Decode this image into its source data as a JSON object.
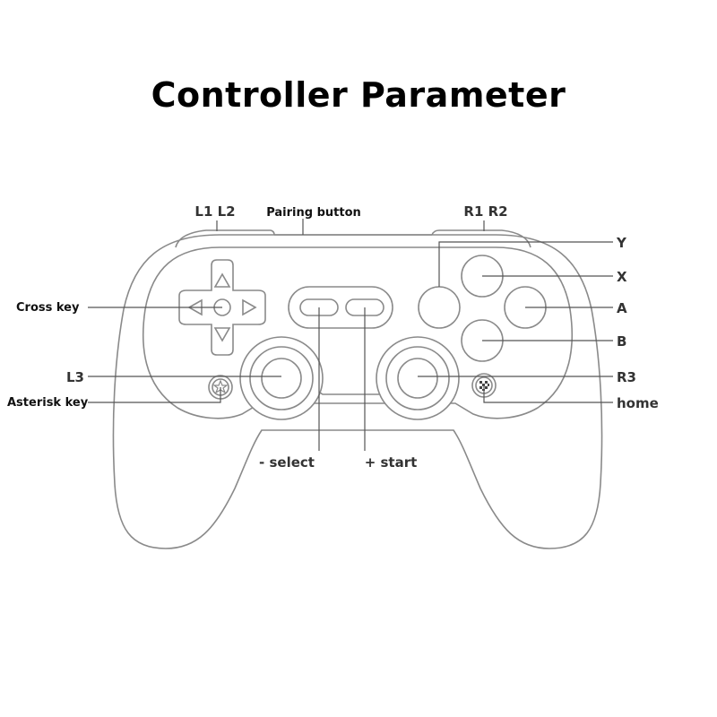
{
  "title": "Controller Parameter",
  "labels": {
    "l1_l2": "L1 L2",
    "pairing_button": "Pairing button",
    "r1_r2": "R1 R2",
    "y": "Y",
    "x": "X",
    "a": "A",
    "b": "B",
    "cross_key": "Cross key",
    "l3": "L3",
    "asterisk_key": "Asterisk key",
    "r3": "R3",
    "home": "home",
    "select": "- select",
    "start": "+ start"
  }
}
